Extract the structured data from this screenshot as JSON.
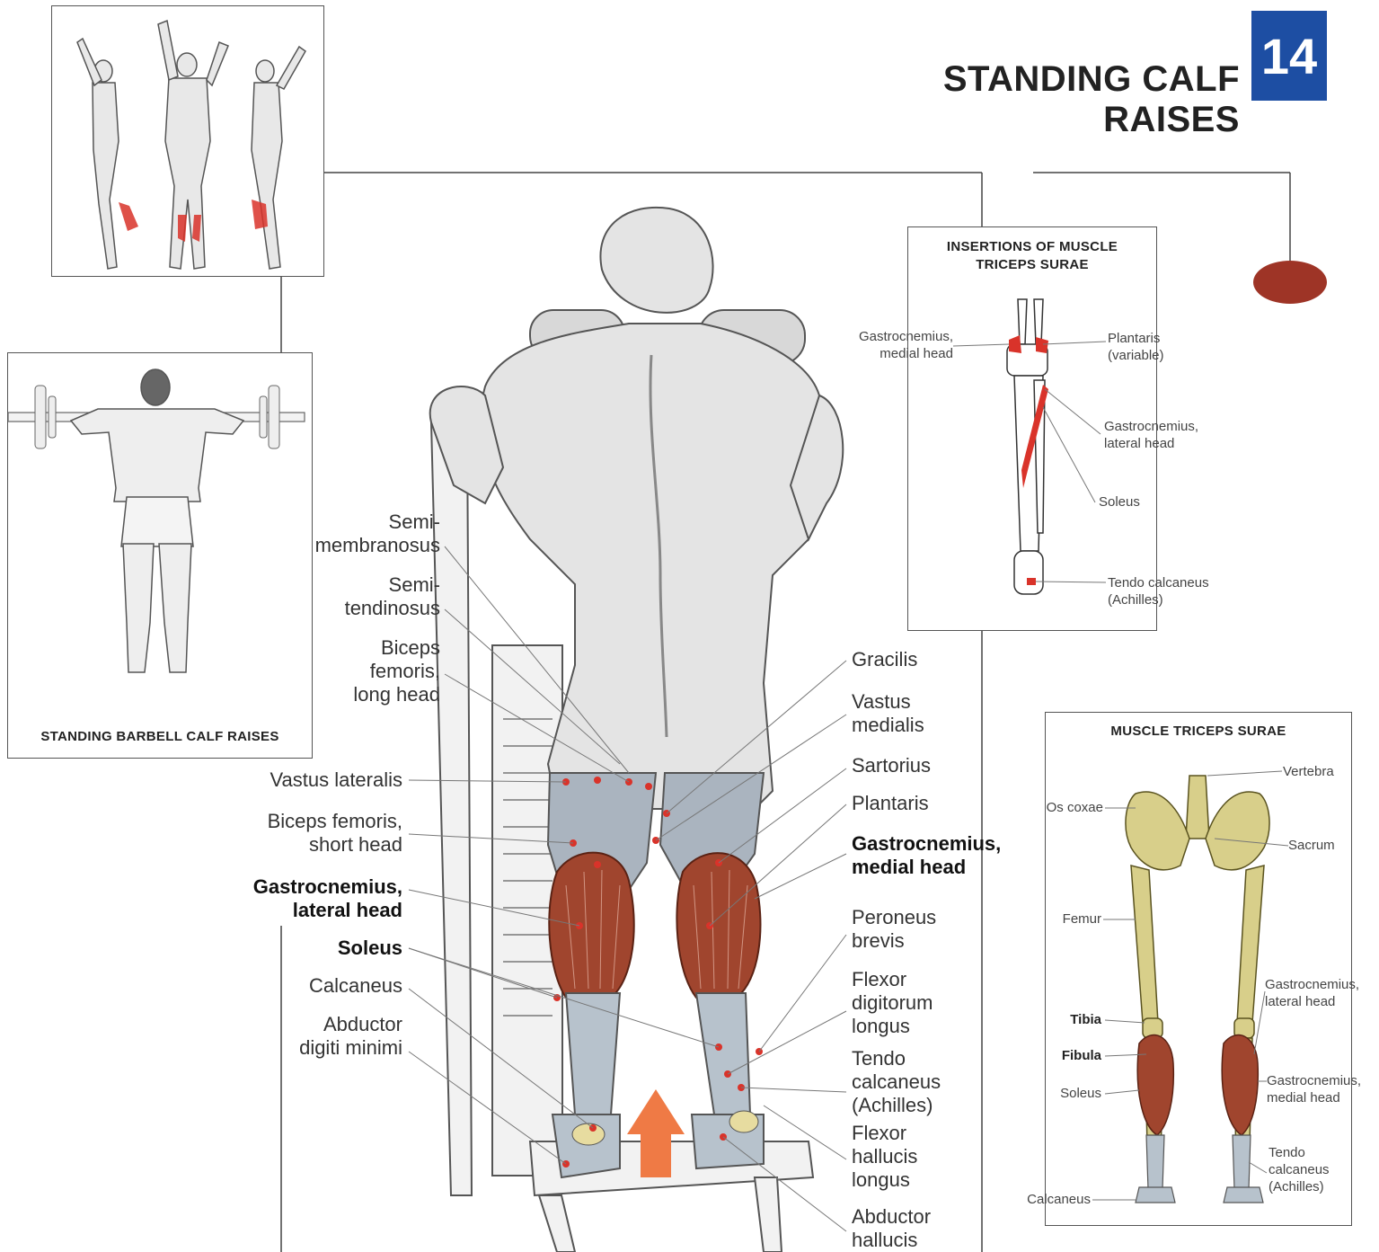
{
  "header": {
    "title": "STANDING CALF RAISES",
    "number": "14"
  },
  "thumb_caption": "STANDING BARBELL CALF RAISES",
  "insert_top": {
    "title": "INSERTIONS OF MUSCLE\nTRICEPS SURAE",
    "labels": {
      "gm": "Gastrocnemius,\nmedial head",
      "pl": "Plantaris\n(variable)",
      "gl": "Gastrocnemius,\nlateral head",
      "so": "Soleus",
      "tc": "Tendo calcaneus\n(Achilles)"
    }
  },
  "insert_bottom": {
    "title": "MUSCLE TRICEPS SURAE",
    "labels": {
      "ve": "Vertebra",
      "oc": "Os coxae",
      "sa": "Sacrum",
      "fe": "Femur",
      "gl": "Gastrocnemius,\nlateral head",
      "ti": "Tibia",
      "fi": "Fibula",
      "gm": "Gastrocnemius,\nmedial head",
      "so": "Soleus",
      "tc": "Tendo\ncalcaneus\n(Achilles)",
      "ca": "Calcaneus"
    }
  },
  "left_labels": {
    "semimem": "Semi-\nmembranosus",
    "semiten": "Semi-\ntendinosus",
    "bfl": "Biceps\nfemoris,\nlong head",
    "vl": "Vastus lateralis",
    "bfs": "Biceps femoris,\nshort head",
    "gl": "Gastrocnemius,\nlateral head",
    "so": "Soleus",
    "ca": "Calcaneus",
    "adm": "Abductor\ndigiti minimi"
  },
  "right_labels": {
    "gr": "Gracilis",
    "vm": "Vastus\nmedialis",
    "sa": "Sartorius",
    "pl": "Plantaris",
    "gm": "Gastrocnemius,\nmedial head",
    "pb": "Peroneus\nbrevis",
    "fdl": "Flexor\ndigitorum\nlongus",
    "tc": "Tendo\ncalcaneus\n(Achilles)",
    "fhl": "Flexor\nhallucis\nlongus",
    "ah": "Abductor\nhallucis"
  },
  "colors": {
    "badge": "#1d4ea3",
    "muscle": "#a0452e",
    "highlight": "#d9332a",
    "bone": "#d8cf8a",
    "arrow": "#ef7a45",
    "oval": "#9e3426"
  }
}
